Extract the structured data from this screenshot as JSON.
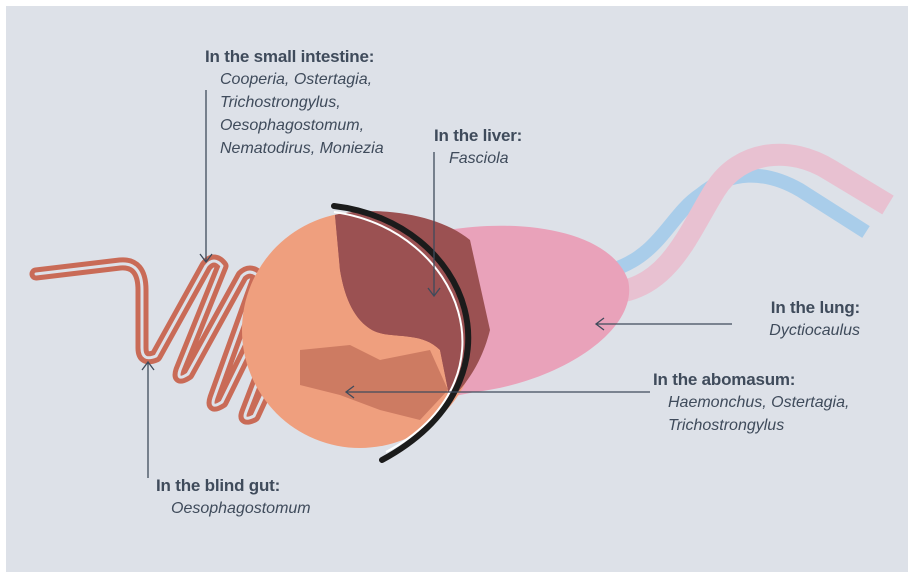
{
  "colors": {
    "background": "#dde1e8",
    "intestine": "#c96b57",
    "abomasum": "#ef9f7e",
    "liver": "#9b5152",
    "lung": "#e9a2ba",
    "trachea_blue": "#a9cdea",
    "trachea_pink": "#e8c1d1",
    "diaphragm": "#1b1b1b",
    "text": "#3f4b5b"
  },
  "labels": {
    "small_intestine": {
      "heading": "In the small intestine:",
      "lines": [
        "Cooperia, Ostertagia,",
        "Trichostrongylus,",
        "Oesophagostomum,",
        "Nematodirus, Moniezia"
      ]
    },
    "liver": {
      "heading": "In the liver:",
      "lines": [
        "Fasciola"
      ]
    },
    "lung": {
      "heading": "In the lung:",
      "lines": [
        "Dyctiocaulus"
      ]
    },
    "abomasum": {
      "heading": "In the abomasum:",
      "lines": [
        "Haemonchus, Ostertagia,",
        "Trichostrongylus"
      ]
    },
    "blind_gut": {
      "heading": "In the blind gut:",
      "lines": [
        "Oesophagostomum"
      ]
    }
  }
}
